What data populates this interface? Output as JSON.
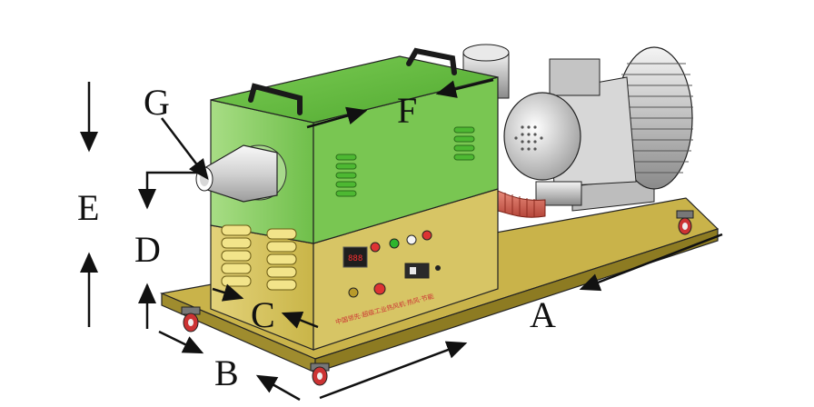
{
  "labels": {
    "A": "A",
    "B": "B",
    "C": "C",
    "D": "D",
    "E": "E",
    "F": "F",
    "G": "G"
  },
  "panel_text": {
    "display": "888",
    "bottom_line": "中国领先·超级工业热风机·热风·节能"
  },
  "colors": {
    "upper_body": "#8fd16a",
    "lower_body": "#d4c15e",
    "base_plate": "#c9b34a",
    "blower": "#c8c8c8",
    "handle": "#1a1a1a",
    "wheel": "#cc3333",
    "arrow": "#111111"
  }
}
